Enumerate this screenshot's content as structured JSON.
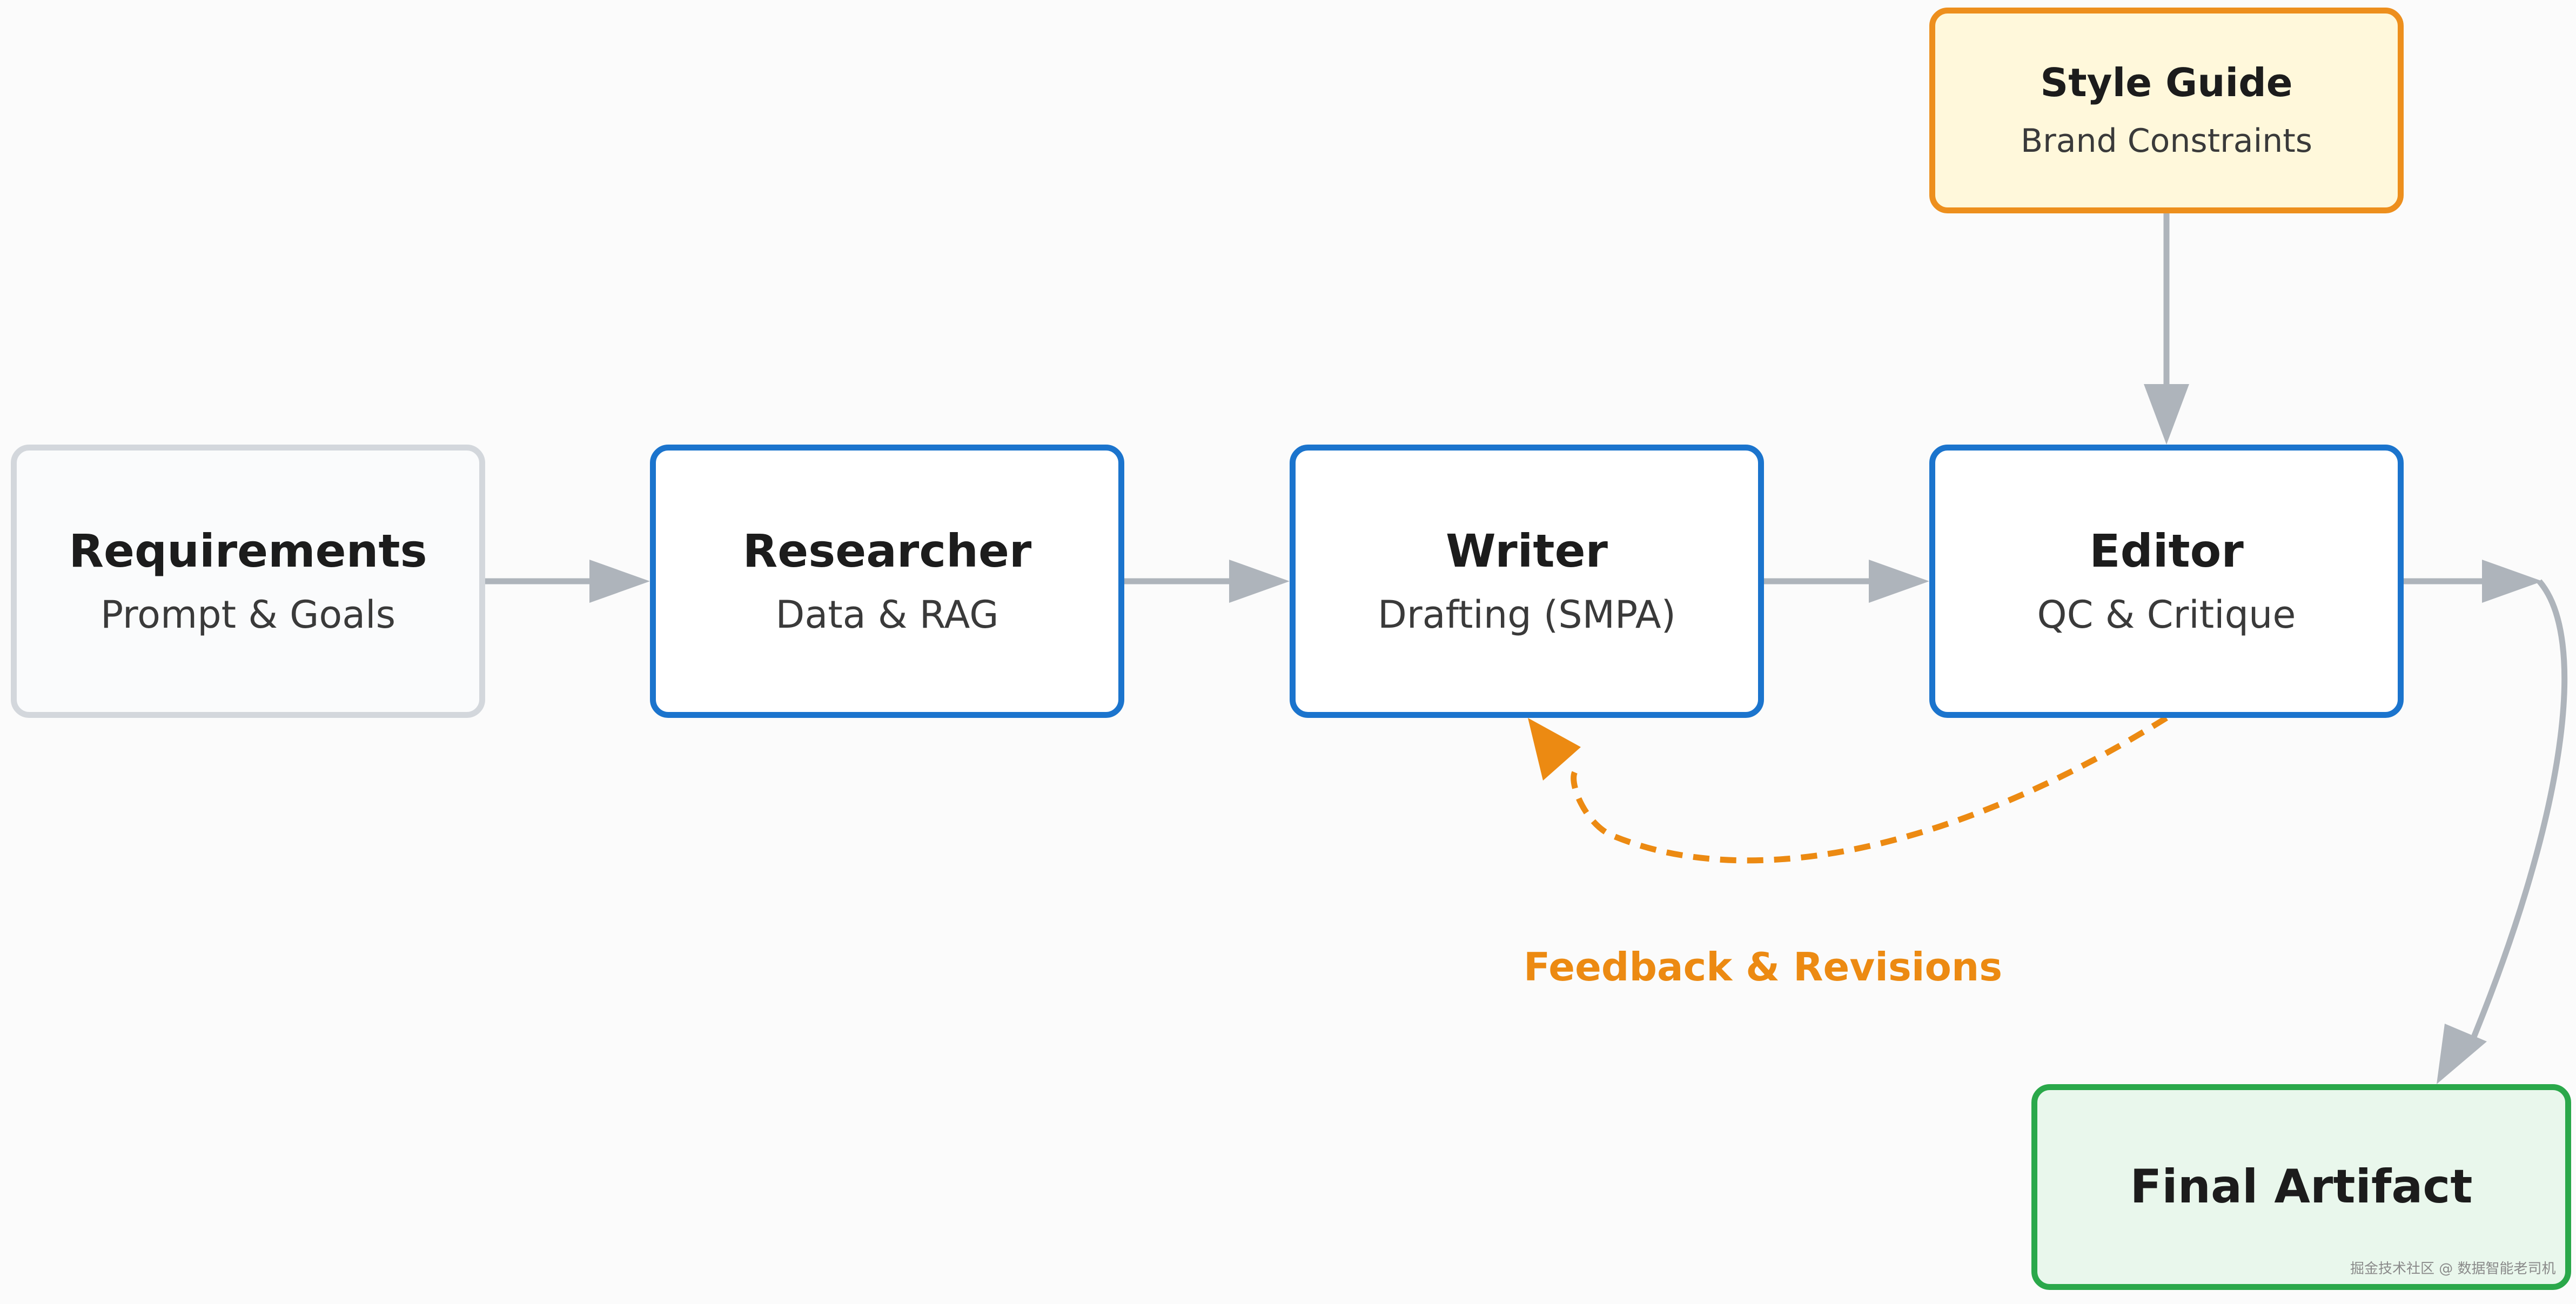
{
  "nodes": {
    "requirements": {
      "title": "Requirements",
      "subtitle": "Prompt & Goals"
    },
    "researcher": {
      "title": "Researcher",
      "subtitle": "Data & RAG"
    },
    "writer": {
      "title": "Writer",
      "subtitle": "Drafting (SMPA)"
    },
    "editor": {
      "title": "Editor",
      "subtitle": "QC & Critique"
    },
    "style_guide": {
      "title": "Style Guide",
      "subtitle": "Brand Constraints"
    },
    "final": {
      "title": "Final Artifact"
    }
  },
  "edges": {
    "feedback_label": "Feedback & Revisions"
  },
  "watermark": "掘金技术社区 @ 数据智能老司机",
  "colors": {
    "arrow": "#aeb4bb",
    "primary_border": "#1b74cd",
    "input_border": "#d3d7dc",
    "style_guide_border": "#ed8f1d",
    "style_guide_fill": "#fff8db",
    "final_border": "#2aa84a",
    "final_fill": "#e9f7ec",
    "feedback": "#ec8a12"
  }
}
